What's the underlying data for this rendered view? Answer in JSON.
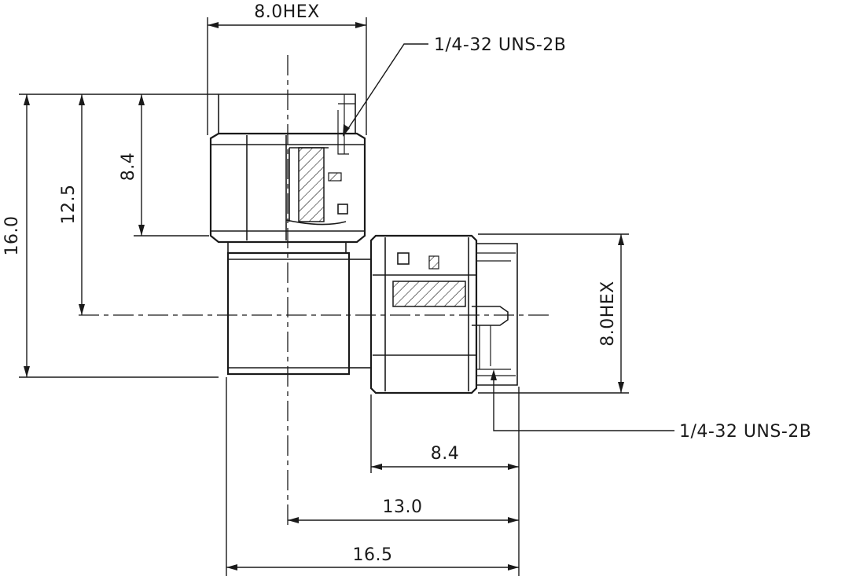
{
  "dimensions": {
    "top_hex": "8.0HEX",
    "thread_top": "1/4-32 UNS-2B",
    "height_overall": "16.0",
    "height_center": "12.5",
    "height_nut": "8.4",
    "side_hex": "8.0HEX",
    "thread_side": "1/4-32 UNS-2B",
    "width_nut": "8.4",
    "width_center": "13.0",
    "width_overall": "16.5"
  }
}
